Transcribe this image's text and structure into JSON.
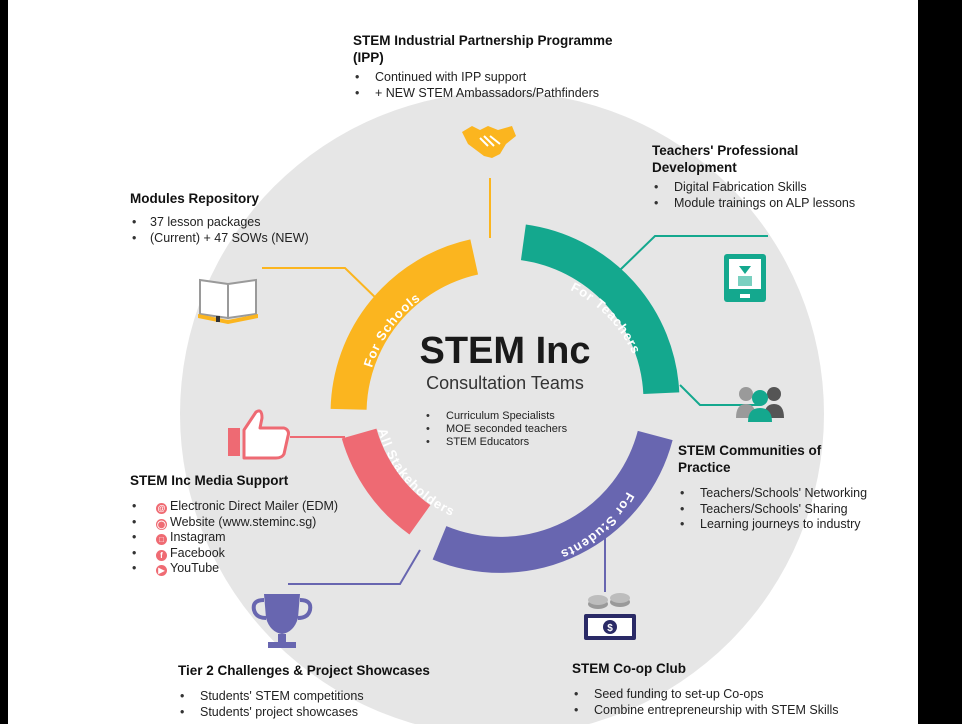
{
  "center": {
    "title": "STEM Inc",
    "subtitle": "Consultation Teams",
    "bullets": [
      "Curriculum Specialists",
      "MOE seconded teachers",
      "STEM Educators"
    ]
  },
  "ring_labels": {
    "schools": "For Schools",
    "teachers": "For Teachers",
    "students": "For Students",
    "stakeholders": "All Stakeholders"
  },
  "ipp": {
    "title_line1": "STEM Industrial Partnership Programme",
    "title_line2": "(IPP)",
    "bullets": [
      "Continued with IPP support",
      "+ NEW STEM Ambassadors/Pathfinders"
    ]
  },
  "teachers_pd": {
    "title_line1": "Teachers' Professional",
    "title_line2": "Development",
    "bullets": [
      "Digital Fabrication Skills",
      "Module trainings on ALP lessons"
    ]
  },
  "modules": {
    "title": "Modules Repository",
    "bullets": [
      "37 lesson packages",
      "(Current) + 47 SOWs (NEW)"
    ]
  },
  "communities": {
    "title_line1": "STEM Communities of",
    "title_line2": "Practice",
    "bullets": [
      "Teachers/Schools' Networking",
      "Teachers/Schools' Sharing",
      "Learning journeys to industry"
    ]
  },
  "media": {
    "title": "STEM Inc Media Support",
    "items": [
      {
        "label": "Electronic Direct Mailer (EDM)",
        "icon": "mail-icon"
      },
      {
        "label": "Website (www.steminc.sg)",
        "icon": "globe-icon"
      },
      {
        "label": "Instagram",
        "icon": "instagram-icon"
      },
      {
        "label": "Facebook",
        "icon": "facebook-icon"
      },
      {
        "label": "YouTube",
        "icon": "youtube-icon"
      }
    ]
  },
  "tier2": {
    "title": "Tier 2 Challenges & Project Showcases",
    "bullets": [
      "Students' STEM competitions",
      "Students' project showcases"
    ]
  },
  "coop": {
    "title": "STEM Co-op Club",
    "bullets": [
      "Seed funding to set-up Co-ops",
      "Combine entrepreneurship with STEM Skills"
    ]
  },
  "colors": {
    "schools": "#fbb51f",
    "teachers": "#14a88e",
    "students": "#6866b0",
    "stakeholders": "#ee6a73",
    "background_circle": "#e6e6e6",
    "page": "#ffffff"
  }
}
